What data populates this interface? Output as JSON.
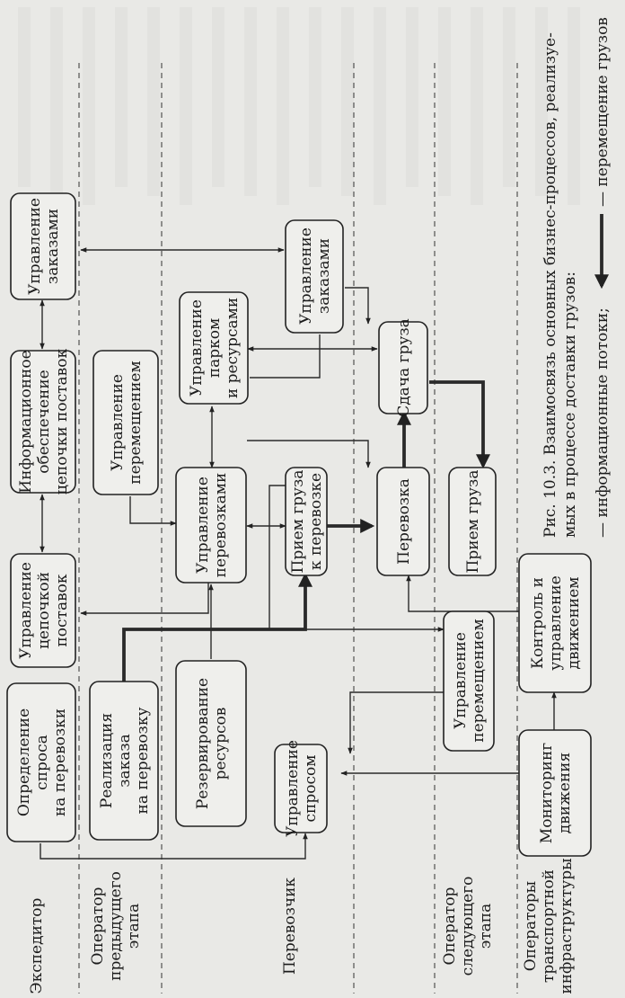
{
  "lanes": [
    {
      "id": "expeditor",
      "lines": [
        "Экспедитор"
      ]
    },
    {
      "id": "prev-operator",
      "lines": [
        "Оператор",
        "предыдущего",
        "этапа"
      ]
    },
    {
      "id": "carrier",
      "lines": [
        "Перевозчик"
      ]
    },
    {
      "id": "next-operator",
      "lines": [
        "Оператор",
        "следующего",
        "этапа"
      ]
    },
    {
      "id": "infra-operators",
      "lines": [
        "Операторы",
        "транспортной",
        "инфраструктуры"
      ]
    }
  ],
  "boxes": [
    {
      "id": "chain-management",
      "lines": [
        "Управление",
        "цепочкой",
        "поставок"
      ]
    },
    {
      "id": "info-support",
      "lines": [
        "Информационное",
        "обеспечение",
        "цепочки поставок"
      ]
    },
    {
      "id": "orders-left",
      "lines": [
        "Управление",
        "заказами"
      ]
    },
    {
      "id": "demand-definition",
      "lines": [
        "Определение",
        "спроса",
        "на перевозки"
      ]
    },
    {
      "id": "movement-left",
      "lines": [
        "Управление",
        "перемещением"
      ]
    },
    {
      "id": "order-realization",
      "lines": [
        "Реализация",
        "заказа",
        "на перевозку"
      ]
    },
    {
      "id": "fleet",
      "lines": [
        "Управление",
        "парком",
        "и ресурсами"
      ]
    },
    {
      "id": "transport-mgmt",
      "lines": [
        "Управление",
        "перевозками"
      ]
    },
    {
      "id": "resource-reserve",
      "lines": [
        "Резервирование",
        "ресурсов"
      ]
    },
    {
      "id": "orders-mid",
      "lines": [
        "Управление",
        "заказами"
      ]
    },
    {
      "id": "cargo-accept",
      "lines": [
        "Прием груза",
        "к перевозке"
      ]
    },
    {
      "id": "demand-mgmt",
      "lines": [
        "Управление",
        "спросом"
      ]
    },
    {
      "id": "cargo-handover",
      "lines": [
        "Сдача груза"
      ]
    },
    {
      "id": "transport",
      "lines": [
        "Перевозка"
      ]
    },
    {
      "id": "cargo-receive",
      "lines": [
        "Прием груза"
      ]
    },
    {
      "id": "movement-right",
      "lines": [
        "Управление",
        "перемещением"
      ]
    },
    {
      "id": "control",
      "lines": [
        "Контроль и",
        "управление",
        "движением"
      ]
    },
    {
      "id": "monitoring",
      "lines": [
        "Мониторинг",
        "движения"
      ]
    }
  ],
  "caption": {
    "line1": "Рис. 10.3. Взаимосвязь основных бизнес-процессов, реализуе-",
    "line2": "мых в процессе доставки грузов:",
    "line3a": "— информационные потоки;",
    "line3b": "— перемещение грузов"
  },
  "colors": {
    "background": "#e9e9e6",
    "ink": "#1b1b1b",
    "box_fill": "#efefec"
  }
}
